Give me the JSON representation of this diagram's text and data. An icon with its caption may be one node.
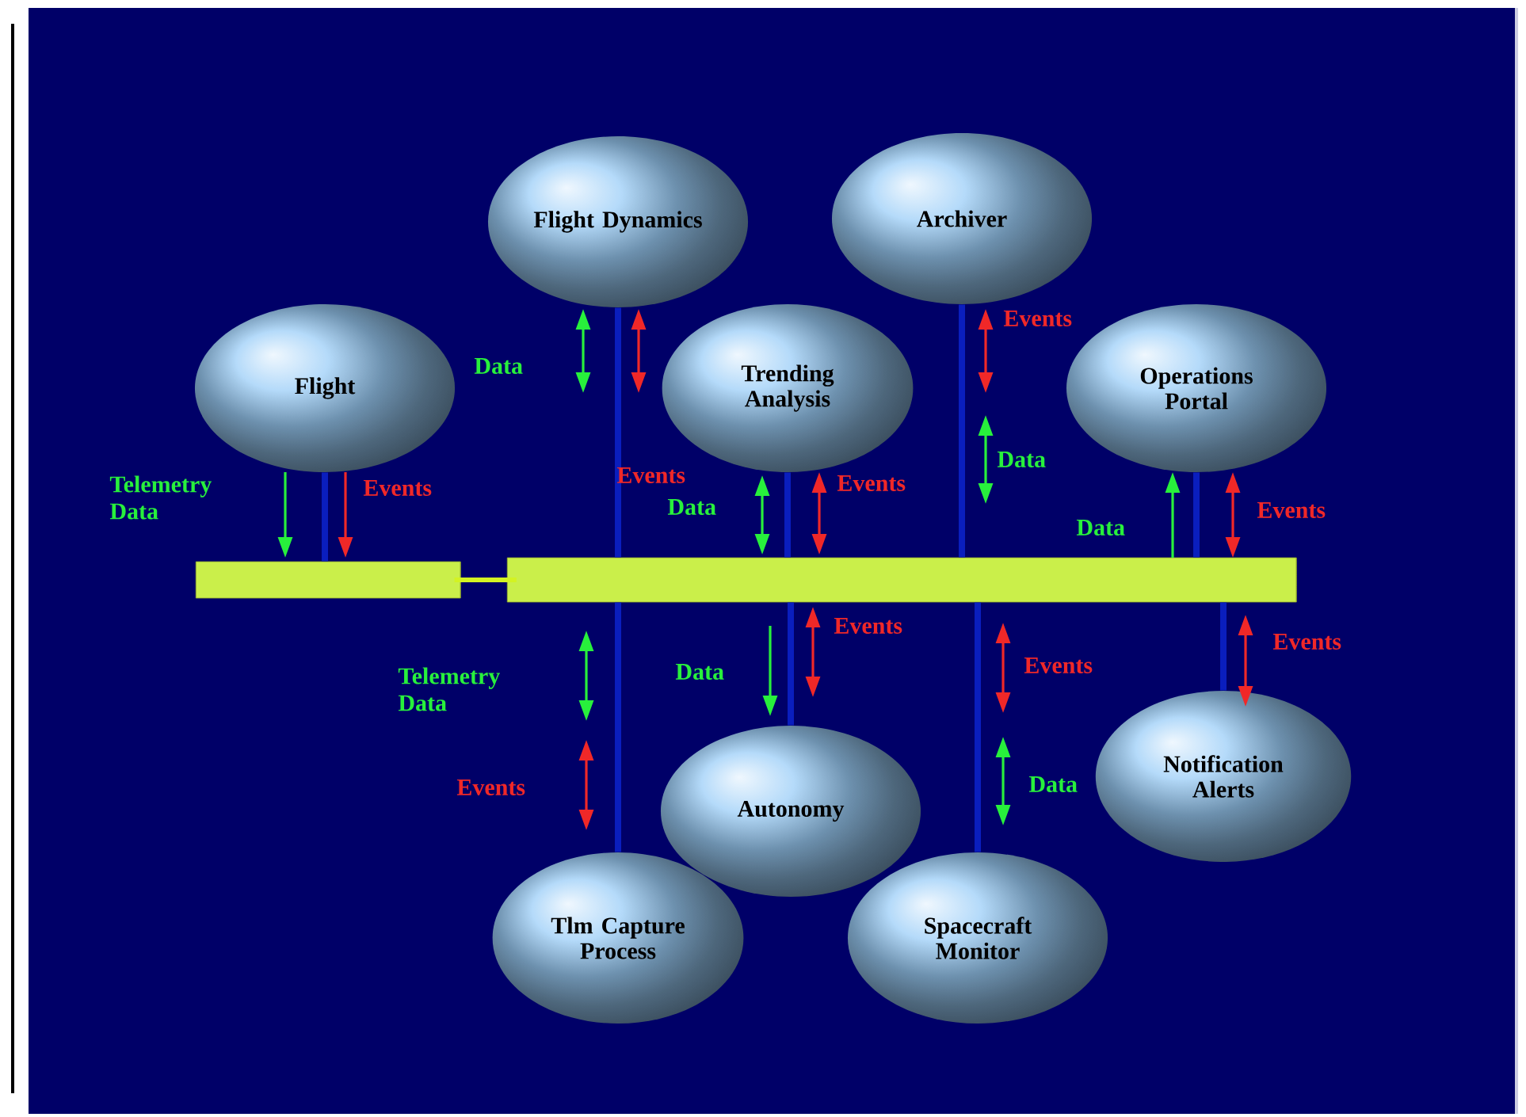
{
  "diagram": {
    "nodes": [
      {
        "text": [
          "Flight Dynamics"
        ]
      },
      {
        "text": [
          "Archiver"
        ]
      },
      {
        "text": [
          "Flight"
        ]
      },
      {
        "text": [
          "Trending Analysis"
        ]
      },
      {
        "text": [
          "Operations Portal"
        ]
      },
      {
        "text": [],
        "shape": "cylinder"
      },
      {
        "text": [],
        "shape": "cylinder"
      },
      {
        "text": [
          "Autonomy"
        ]
      },
      {
        "text": [
          "Notification Alerts"
        ]
      },
      {
        "text": [
          "Tlm Capture Process"
        ]
      },
      {
        "text": [
          "Spacecraft Monitor"
        ]
      }
    ],
    "edges": [
      {
        "from": 0,
        "to": 6,
        "arrow": "none"
      },
      {
        "from": 1,
        "to": 6,
        "arrow": "none"
      },
      {
        "from": 2,
        "to": 5,
        "arrow": "none"
      },
      {
        "from": 3,
        "to": 6,
        "arrow": "none"
      },
      {
        "from": 4,
        "to": 6,
        "arrow": "none"
      },
      {
        "from": 5,
        "to": 6,
        "arrow": "none",
        "color": "#e0d000"
      },
      {
        "from": 7,
        "to": 6,
        "arrow": "none"
      },
      {
        "from": 8,
        "to": 6,
        "arrow": "none"
      },
      {
        "from": 9,
        "to": 6,
        "arrow": "none"
      },
      {
        "from": 10,
        "to": 6,
        "arrow": "none"
      }
    ],
    "labels": [
      "Events",
      "Data",
      "Data",
      "Telemetry Data",
      "Events",
      "Events",
      "Data",
      "Events",
      "Data",
      "Events",
      "Telemetry Data",
      "Data",
      "Events",
      "Events",
      "Events",
      "Events",
      "Data"
    ]
  }
}
